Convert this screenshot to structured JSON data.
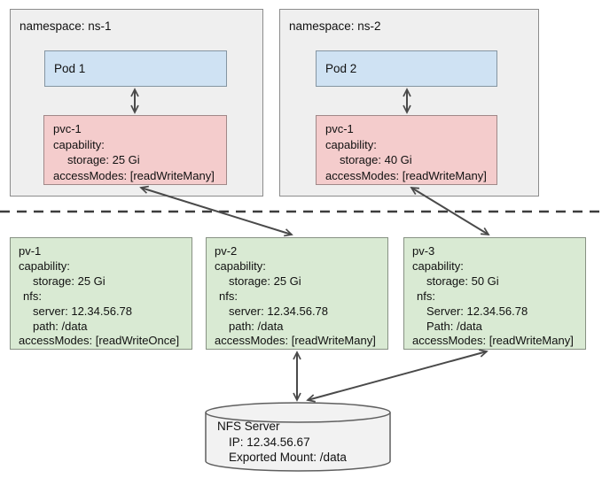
{
  "diagram": {
    "namespaces": [
      {
        "label": "namespace: ns-1",
        "pod": {
          "label": "Pod 1"
        },
        "pvc": {
          "name": "pvc-1",
          "capability_label": "capability:",
          "storage": "storage: 25 Gi",
          "access_modes": "accessModes: [readWriteMany]"
        }
      },
      {
        "label": "namespace: ns-2",
        "pod": {
          "label": "Pod 2"
        },
        "pvc": {
          "name": "pvc-1",
          "capability_label": "capability:",
          "storage": "storage: 40 Gi",
          "access_modes": "accessModes: [readWriteMany]"
        }
      }
    ],
    "persistent_volumes": [
      {
        "name": "pv-1",
        "capability_label": "capability:",
        "storage": "storage: 25 Gi",
        "nfs_label": "nfs:",
        "server": "server: 12.34.56.78",
        "path": "path: /data",
        "access_modes": "accessModes: [readWriteOnce]"
      },
      {
        "name": "pv-2",
        "capability_label": "capability:",
        "storage": "storage: 25 Gi",
        "nfs_label": "nfs:",
        "server": "server: 12.34.56.78",
        "path": "path: /data",
        "access_modes": "accessModes: [readWriteMany]"
      },
      {
        "name": "pv-3",
        "capability_label": "capability:",
        "storage": "storage: 50 Gi",
        "nfs_label": "nfs:",
        "server": "Server: 12.34.56.78",
        "path": "Path: /data",
        "access_modes": "accessModes: [readWriteMany]"
      }
    ],
    "nfs_server": {
      "title": "NFS Server",
      "ip": "IP: 12.34.56.67",
      "exported_mount": "Exported Mount: /data"
    },
    "colors": {
      "namespace_fill": "#efefef",
      "pod_fill": "#cfe2f3",
      "pvc_fill": "#f4cccc",
      "pv_fill": "#d9ead3",
      "cylinder_fill": "#f2f2f2",
      "arrow": "#4a4a4a",
      "dashed_line": "#3d3d3d"
    }
  }
}
